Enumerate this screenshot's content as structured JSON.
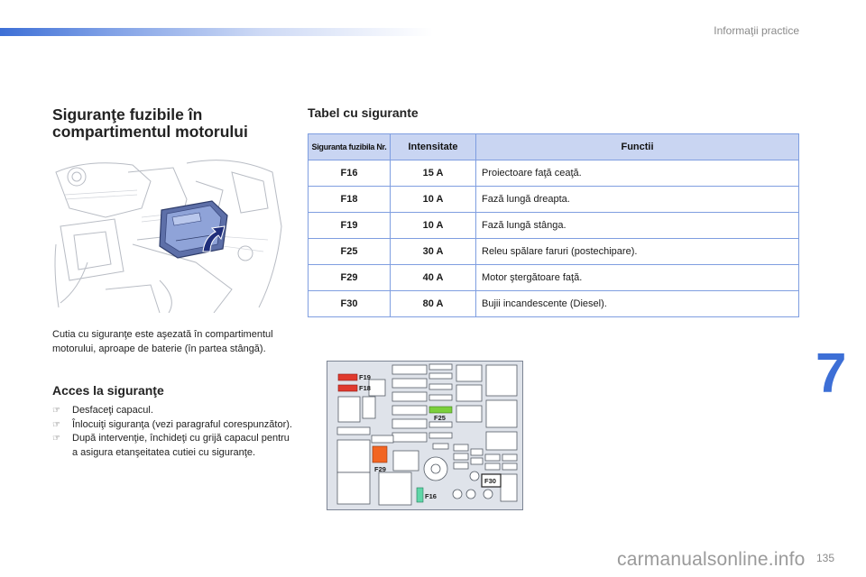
{
  "header": {
    "section_title": "Informaţii practice"
  },
  "left": {
    "title": "Siguranţe fuzibile în compartimentul motorului",
    "description": "Cutia cu siguranţe este aşezată în compartimentul motorului, aproape de baterie (în partea stângă).",
    "acces_title": "Acces la siguranţe",
    "bullet_icon": "pointing-hand-icon",
    "steps": [
      "Desfaceţi capacul.",
      "Înlocuiţi siguranţa (vezi paragraful corespunzător).",
      "După intervenţie, închideţi cu grijă capacul pentru a asigura etanşeitatea cutiei cu siguranţe."
    ]
  },
  "table": {
    "title": "Tabel cu sigurante",
    "headers": [
      "Siguranta fuzibila Nr.",
      "Intensitate",
      "Functii"
    ],
    "rows": [
      {
        "nr": "F16",
        "amp": "15 A",
        "func": "Proiectoare faţă ceaţă."
      },
      {
        "nr": "F18",
        "amp": "10 A",
        "func": "Fază lungă dreapta."
      },
      {
        "nr": "F19",
        "amp": "10 A",
        "func": "Fază lungă stânga."
      },
      {
        "nr": "F25",
        "amp": "30 A",
        "func": "Releu spălare faruri (postechipare)."
      },
      {
        "nr": "F29",
        "amp": "40 A",
        "func": "Motor ştergătoare faţă."
      },
      {
        "nr": "F30",
        "amp": "80 A",
        "func": "Bujii incandescente (Diesel)."
      }
    ],
    "header_bg": "#c9d5f2",
    "border_color": "#7f9ee0"
  },
  "diagram": {
    "labels": {
      "f19": "F19",
      "f18": "F18",
      "f25": "F25",
      "f29": "F29",
      "f16": "F16",
      "f30": "F30"
    },
    "colors": {
      "f18_f19": "#e03a2e",
      "f25": "#7bcf3c",
      "f29": "#f26522",
      "f16": "#5fd6a8",
      "background": "#dfe3ea"
    }
  },
  "chapter": "7",
  "page_number": "135",
  "watermark": "carmanualsonline.info"
}
